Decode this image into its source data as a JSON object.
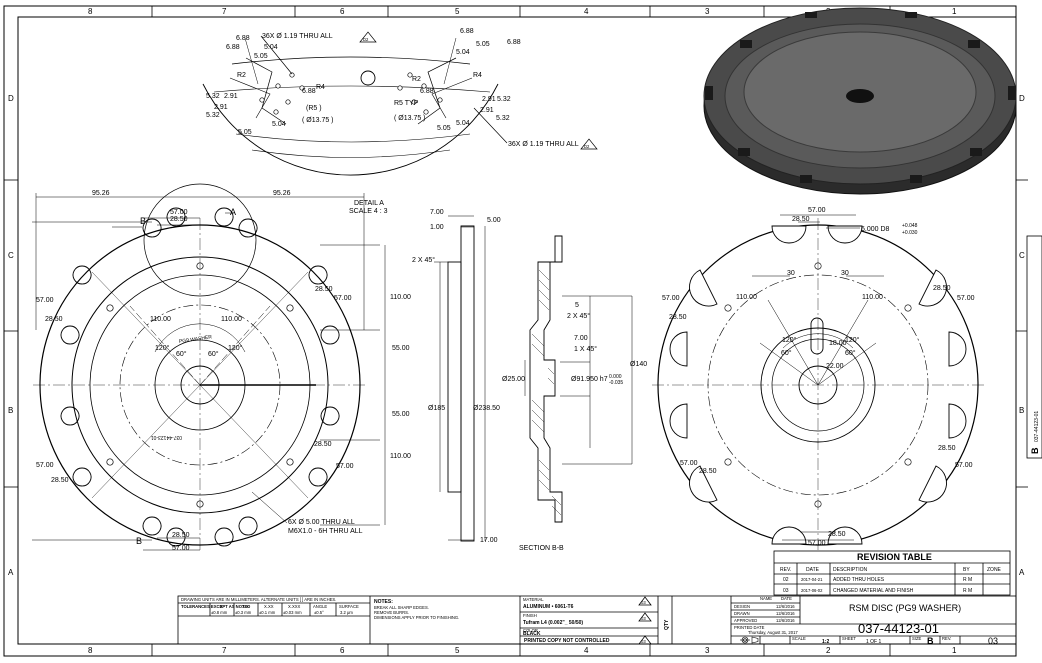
{
  "zones": {
    "columns": [
      "8",
      "7",
      "6",
      "5",
      "4",
      "3",
      "2",
      "1"
    ],
    "rows": [
      "D",
      "C",
      "B",
      "A"
    ]
  },
  "detail": {
    "title": "DETAIL A",
    "scale": "SCALE 4 : 3",
    "dims_left": [
      "6.88",
      "6.88",
      "5.04",
      "5.05",
      "R2",
      "5.32",
      "2.91",
      "2.91",
      "5.32",
      "5.04",
      "5.05",
      "6.88",
      "R4"
    ],
    "dims_right": [
      "6.88",
      "6.88",
      "5.05",
      "5.04",
      "R2",
      "R4",
      "2.91",
      "5.32",
      "2.91",
      "5.32",
      "5.04",
      "5.05",
      "6.88"
    ],
    "hole_note_left": "36X Ø 1.19 THRU ALL",
    "hole_note_right": "36X Ø 1.19 THRU ALL",
    "r5": "(R5 )",
    "d1375": "( Ø13.75 )",
    "r5typ": "R5 TYP",
    "d1375b": "( Ø13.75 )",
    "callout_tag": "D2"
  },
  "front": {
    "top_left": "95.26",
    "top_right": "95.26",
    "label_a": "A",
    "label_b_top": "B",
    "label_b_bot": "B",
    "d5700_top": "57.00",
    "d2850_top": "28.50",
    "left_5700_upper": "57.00",
    "left_2850_upper": "28.50",
    "left_5700_lower": "57.00",
    "left_2850_lower": "28.50",
    "right_2850_upper": "28.50",
    "right_5700_upper": "57.00",
    "right_2850_lower": "28.50",
    "right_5700_lower": "57.00",
    "r110_a": "110.00",
    "r110_b": "110.00",
    "angle120_a": "120°",
    "angle60_a": "60°",
    "angle60_b": "60°",
    "angle120_b": "120°",
    "v110_top": "110.00",
    "v55_top": "55.00",
    "v55_bot": "55.00",
    "v110_bot": "110.00",
    "engrave_top": "PG9 WASHER",
    "engrave_bot": "037-44123-01",
    "hole_note_1": "6X Ø 5.00 THRU ALL",
    "hole_note_2": "M6X1.0 - 6H THRU ALL",
    "d2850_bot": "28.50",
    "d5700_bot": "57.00"
  },
  "side": {
    "d700": "7.00",
    "d500": "5.00",
    "d100": "1.00",
    "chamfer": "2 X 45°",
    "dia185": "Ø185",
    "dia23850": "Ø238.50",
    "d1700": "17.00"
  },
  "section": {
    "d5": "5",
    "chamfer2": "2 X 45°",
    "d700": "7.00",
    "chamfer1": "1 X 45°",
    "dia2500": "Ø25.00",
    "dia9195": "Ø91.950 h7",
    "tol_hi": "0.000",
    "tol_lo": "-0.035",
    "dia140": "Ø140",
    "title": "SECTION B-B"
  },
  "back": {
    "d5700_top": "57.00",
    "d2850_top": "28.50",
    "d6000": "6.000 D8",
    "tol_hi": "+0.048",
    "tol_lo": "+0.030",
    "d30_a": "30",
    "d30_b": "30",
    "d110_a": "110.00",
    "d110_b": "110.00",
    "angle120_a": "120°",
    "angle120_b": "120°",
    "angle60_a": "60°",
    "angle60_b": "60°",
    "d1800": "18.00",
    "d2200": "22.00",
    "left_5700_upper": "57.00",
    "left_2850_upper": "28.50",
    "right_2850_upper": "28.50",
    "right_5700_upper": "57.00",
    "left_5700_lower": "57.00",
    "left_2850_lower": "28.50",
    "right_2850_lower": "28.50",
    "right_5700_lower": "57.00",
    "d2850_bot": "28.50",
    "d5700_bot": "57.00"
  },
  "revision": {
    "title": "REVISION TABLE",
    "headers": [
      "REV.",
      "DATE",
      "DESCRIPTION",
      "BY",
      "ZONE"
    ],
    "rows": [
      [
        "02",
        "2017-04-21",
        "ADDED THRU HOLES",
        "R M",
        ""
      ],
      [
        "03",
        "2017-06-02",
        "CHANGED MATERIAL AND FINISH",
        "R M",
        ""
      ]
    ]
  },
  "title_block": {
    "units_note": "DRAWING UNITS ARE IN MILLIMETERS. ALTERNATE UNITS [ ] ARE IN INCHES.",
    "tol_label": "TOLERANCES EXCEPT AS NOTED",
    "tol_headers": [
      "X",
      "X.X",
      "X.XX",
      "X.XXX",
      "ANGLE",
      "SURFACE"
    ],
    "tol_values": [
      "±0.8 mm",
      "±0.3 mm",
      "±0.1 mm",
      "±0.03 mm",
      "±0.5°",
      "3.2 μm"
    ],
    "notes_title": "NOTES:",
    "notes": [
      "BREAK ALL SHARP EDGES.",
      "REMOVE BURRS.",
      "DIMENSIONS APPLY PRIOR TO FINISHING."
    ],
    "material_label": "MATERIAL",
    "material": "ALUMINUM • 6061-T6",
    "finish_label": "FINISH",
    "finish": "Tufram L4 (0.002\"_ 50/50)",
    "color_label": "COLOR",
    "color": "BLACK",
    "uncontrolled": "PRINTED COPY NOT CONTROLLED",
    "qty": "QTY",
    "tag_03a": "03",
    "tag_03b": "03",
    "tag_03c": "03",
    "name_hdr": "NAME",
    "date_hdr": "DATE",
    "roles": [
      "DESIGN",
      "DRAWN",
      "APPROVED",
      "PRINTED DATE"
    ],
    "dates": [
      "12/6/2016",
      "12/6/2016",
      "12/6/2016"
    ],
    "printed_date": "Thursday, August 31, 2017",
    "drawing_title": "RSM DISC (PG9 WASHER)",
    "drawing_number": "037-44123-01",
    "scale_label": "SCALE",
    "scale": "1:2",
    "sheet_label": "SHEET",
    "sheet": "1 OF 1",
    "size_label": "SIZE",
    "size": "B",
    "rev_label": "REV.",
    "rev": "03"
  },
  "side_tab": {
    "letter": "B",
    "number": "037-44123-01"
  }
}
